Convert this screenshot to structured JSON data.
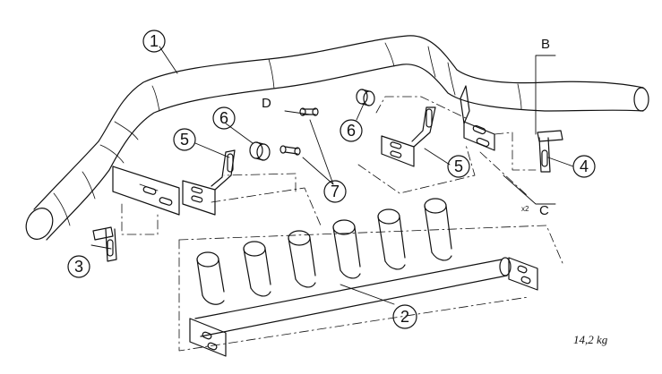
{
  "diagram": {
    "callouts": [
      {
        "id": "1",
        "label": "1"
      },
      {
        "id": "2",
        "label": "2"
      },
      {
        "id": "3",
        "label": "3"
      },
      {
        "id": "4",
        "label": "4"
      },
      {
        "id": "5a",
        "label": "5"
      },
      {
        "id": "5b",
        "label": "5"
      },
      {
        "id": "6a",
        "label": "6"
      },
      {
        "id": "6b",
        "label": "6"
      },
      {
        "id": "7",
        "label": "7"
      }
    ],
    "letters": {
      "b": "B",
      "c": "C",
      "d": "D"
    },
    "quantity_note": "x2",
    "weight": "14,2 kg"
  }
}
